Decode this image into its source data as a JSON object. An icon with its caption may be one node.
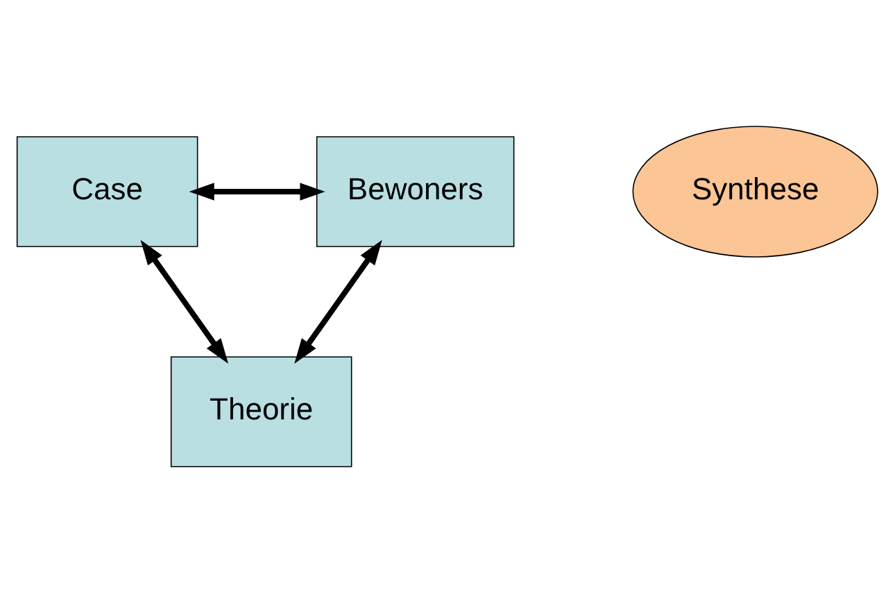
{
  "diagram": {
    "nodes": [
      {
        "text": [
          "Case"
        ]
      },
      {
        "text": [
          "Bewoners"
        ]
      },
      {
        "text": [
          "Synthese"
        ]
      },
      {
        "text": [
          "Theorie"
        ]
      }
    ],
    "edges": [
      {
        "from": 0,
        "to": 1,
        "arrow": "both"
      },
      {
        "from": 0,
        "to": 3,
        "arrow": "both"
      },
      {
        "from": 1,
        "to": 3,
        "arrow": "both"
      }
    ]
  }
}
